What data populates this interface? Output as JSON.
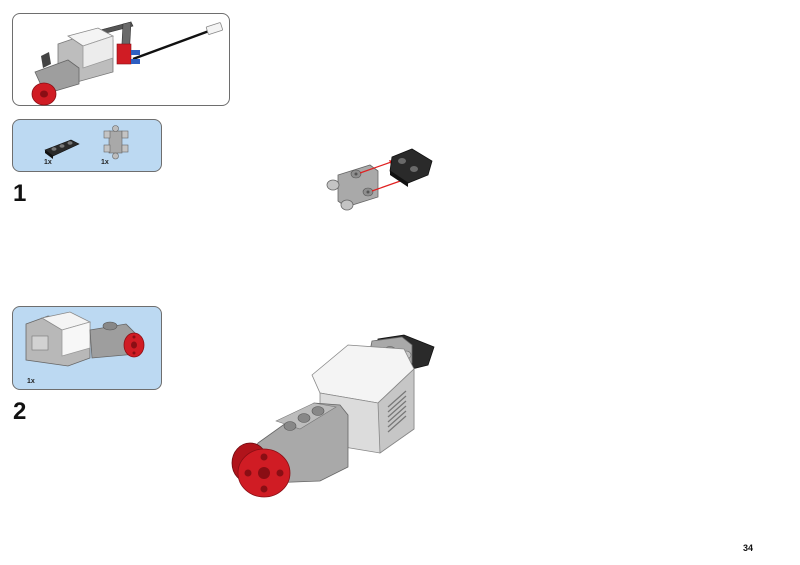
{
  "steps": [
    {
      "number": "1",
      "parts": [
        {
          "name": "black-beam",
          "qty": "1x"
        },
        {
          "name": "gray-double-connector",
          "qty": "1x"
        }
      ]
    },
    {
      "number": "2",
      "parts": [
        {
          "name": "large-motor",
          "qty": "1x"
        }
      ]
    }
  ],
  "page_number": "34",
  "colors": {
    "parts_box_bg": "#bcd9f2",
    "box_border": "#6e6e6e",
    "motor_white": "#f2f2f2",
    "motor_gray": "#a9a9a9",
    "hub_red": "#d01c24",
    "beam_black": "#2a2a2a",
    "arrow_red": "#e02020"
  }
}
